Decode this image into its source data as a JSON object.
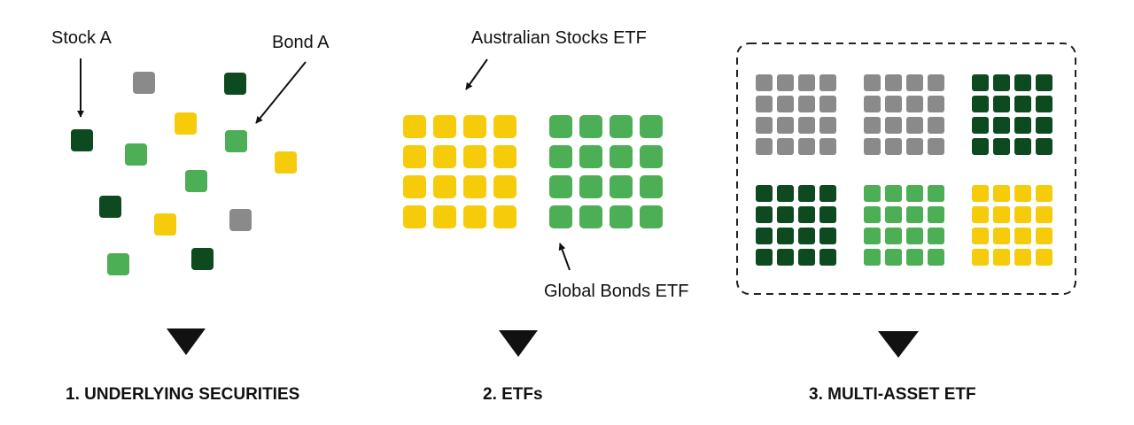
{
  "colors": {
    "gray": "#8a8a8a",
    "dark_green": "#0d4a1f",
    "green": "#4daf55",
    "yellow": "#f6cc0a",
    "text": "#111111",
    "frame": "#222222"
  },
  "panel1": {
    "label_stock": "Stock A",
    "label_bond": "Bond A",
    "caption": "1. UNDERLYING SECURITIES"
  },
  "panel2": {
    "label_stocks_etf": "Australian Stocks ETF",
    "label_bonds_etf": "Global Bonds ETF",
    "caption": "2.  ETFs"
  },
  "panel3": {
    "caption": "3.  MULTI-ASSET ETF"
  }
}
